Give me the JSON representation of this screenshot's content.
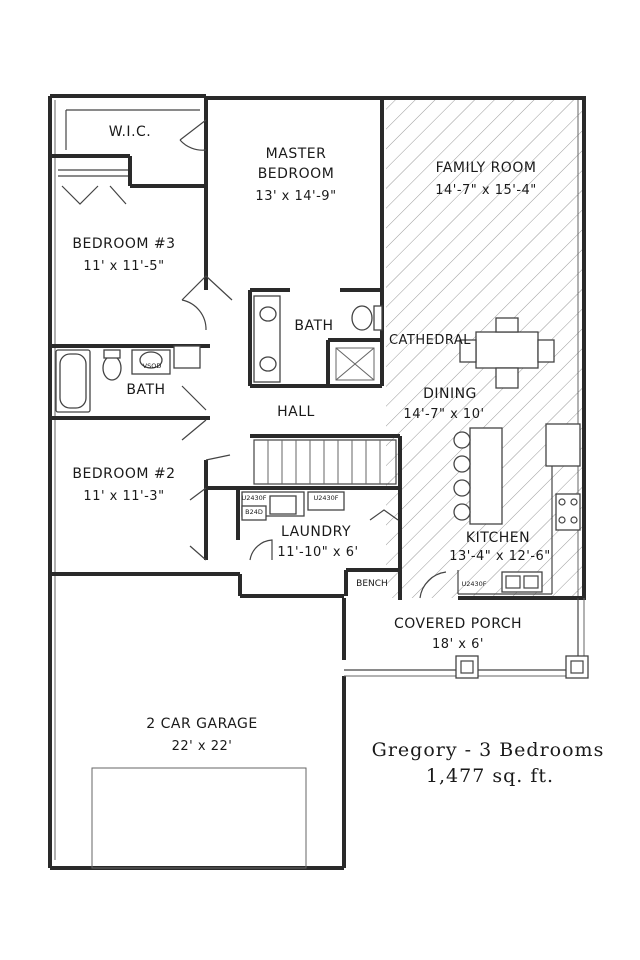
{
  "rooms": {
    "wic": {
      "name": "W.I.C."
    },
    "master": {
      "name_line1": "MASTER",
      "name_line2": "BEDROOM",
      "dims": "13' x 14'-9\""
    },
    "family": {
      "name": "FAMILY ROOM",
      "dims": "14'-7\" x 15'-4\""
    },
    "bedroom3": {
      "name": "BEDROOM #3",
      "dims": "11' x 11'-5\""
    },
    "master_bath": {
      "name": "BATH"
    },
    "cathedral": {
      "name": "CATHEDRAL"
    },
    "bath": {
      "name": "BATH"
    },
    "vsod": {
      "name": "VSOD"
    },
    "dining": {
      "name": "DINING",
      "dims": "14'-7\" x 10'"
    },
    "hall": {
      "name": "HALL"
    },
    "bedroom2": {
      "name": "BEDROOM #2",
      "dims": "11' x 11'-3\""
    },
    "laundry": {
      "name": "LAUNDRY",
      "dims": "11'-10\" x 6'",
      "cab1": "U2430F",
      "cab2": "U2430F",
      "cab3": "B24D"
    },
    "kitchen": {
      "name": "KITCHEN",
      "dims": "13'-4\" x 12'-6\"",
      "cab": "U2430F"
    },
    "bench": {
      "name": "BENCH"
    },
    "porch": {
      "name": "COVERED PORCH",
      "dims": "18' x 6'"
    },
    "garage": {
      "name": "2 CAR GARAGE",
      "dims": "22' x 22'"
    }
  },
  "plan_title": {
    "line1": "Gregory - 3 Bedrooms",
    "line2": "1,477 sq. ft."
  }
}
